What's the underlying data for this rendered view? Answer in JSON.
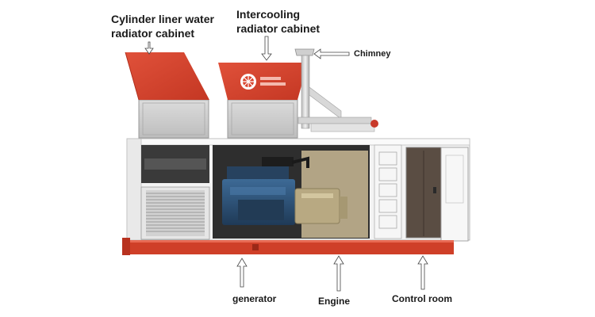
{
  "labels": {
    "cylinder_line1": "Cylinder liner water",
    "cylinder_line2": "radiator cabinet",
    "intercooling_line1": "Intercooling",
    "intercooling_line2": "radiator cabinet",
    "chimney": "Chimney",
    "generator": "generator",
    "engine": "Engine",
    "control_room": "Control room"
  },
  "colors": {
    "accent": "#d9432c",
    "frame": "#f0f0f0",
    "engine_blue": "#2c4f73",
    "alternator": "#bfb08a"
  }
}
